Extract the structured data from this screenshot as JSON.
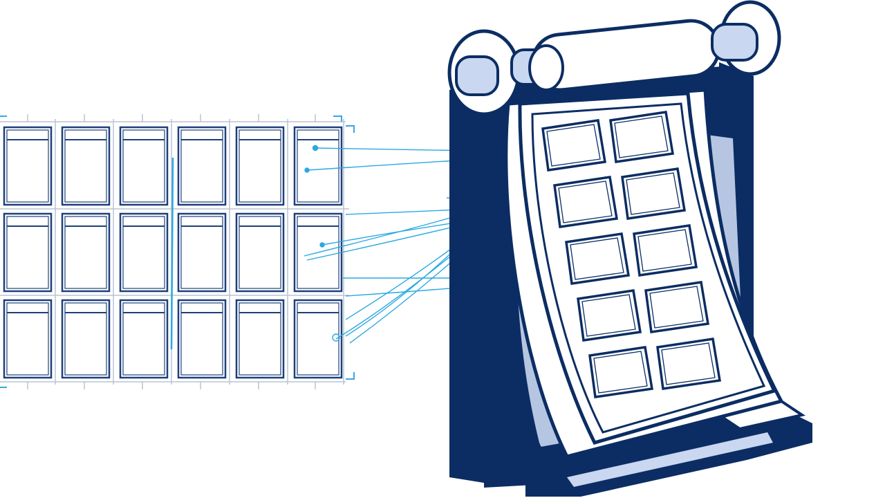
{
  "scene": {
    "colors": {
      "background": "#ffffff",
      "navy": "#0b2d63",
      "light_blue_fill": "#c9d7f0",
      "grid_line": "#1d3f7a",
      "guide_line": "#b9c4d6",
      "connector": "#29a9e1",
      "corner_bracket": "#3aa6dc"
    },
    "flat_grid": {
      "rows": 3,
      "columns": 6
    },
    "roller_sheet": {
      "rows": 5,
      "columns": 2
    },
    "connector_count": 14
  }
}
